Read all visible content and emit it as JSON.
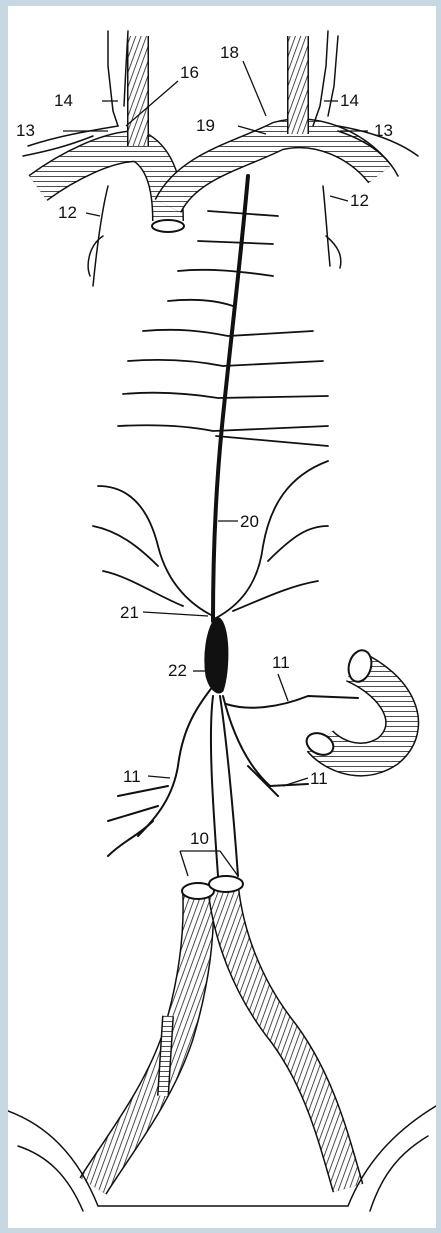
{
  "figure": {
    "labels": {
      "l10": "10",
      "l11a": "11",
      "l11b": "11",
      "l11c": "11",
      "l12a": "12",
      "l12b": "12",
      "l13a": "13",
      "l13b": "13",
      "l14a": "14",
      "l14b": "14",
      "l16": "16",
      "l18": "18",
      "l19": "19",
      "l20": "20",
      "l21": "21",
      "l22": "22"
    }
  }
}
